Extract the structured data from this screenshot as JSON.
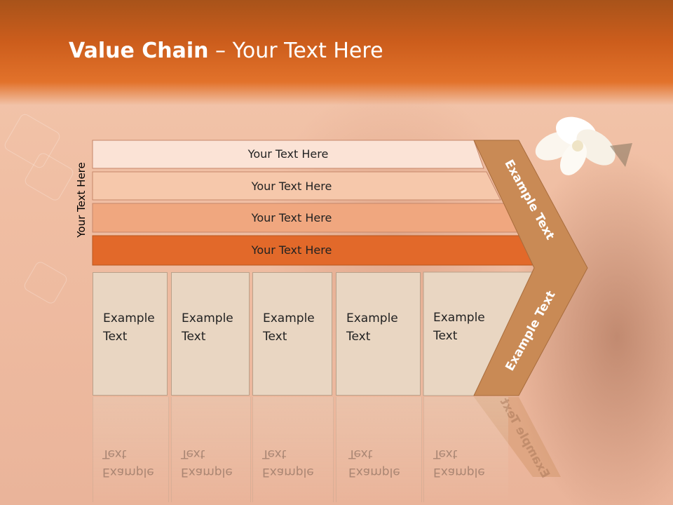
{
  "slide": {
    "title_bold": "Value Chain",
    "title_rest": " – Your Text Here",
    "side_label": "Your Text Here",
    "bars": [
      {
        "label": "Your Text Here",
        "color": "#fbe3d6"
      },
      {
        "label": "Your Text Here",
        "color": "#f6c8ab"
      },
      {
        "label": "Your Text Here",
        "color": "#f0a77f"
      },
      {
        "label": "Your Text Here",
        "color": "#e2692a"
      }
    ],
    "boxes": [
      {
        "line1": "Example",
        "line2": "Text"
      },
      {
        "line1": "Example",
        "line2": "Text"
      },
      {
        "line1": "Example",
        "line2": "Text"
      },
      {
        "line1": "Example",
        "line2": "Text"
      },
      {
        "line1": "Example",
        "line2": "Text"
      }
    ],
    "chevron_top_label": "Example Text",
    "chevron_bottom_label": "Example Text",
    "colors": {
      "header": "#cc5d1c",
      "chevron": "#c98a55",
      "box_fill": "#e9d6c2"
    }
  }
}
